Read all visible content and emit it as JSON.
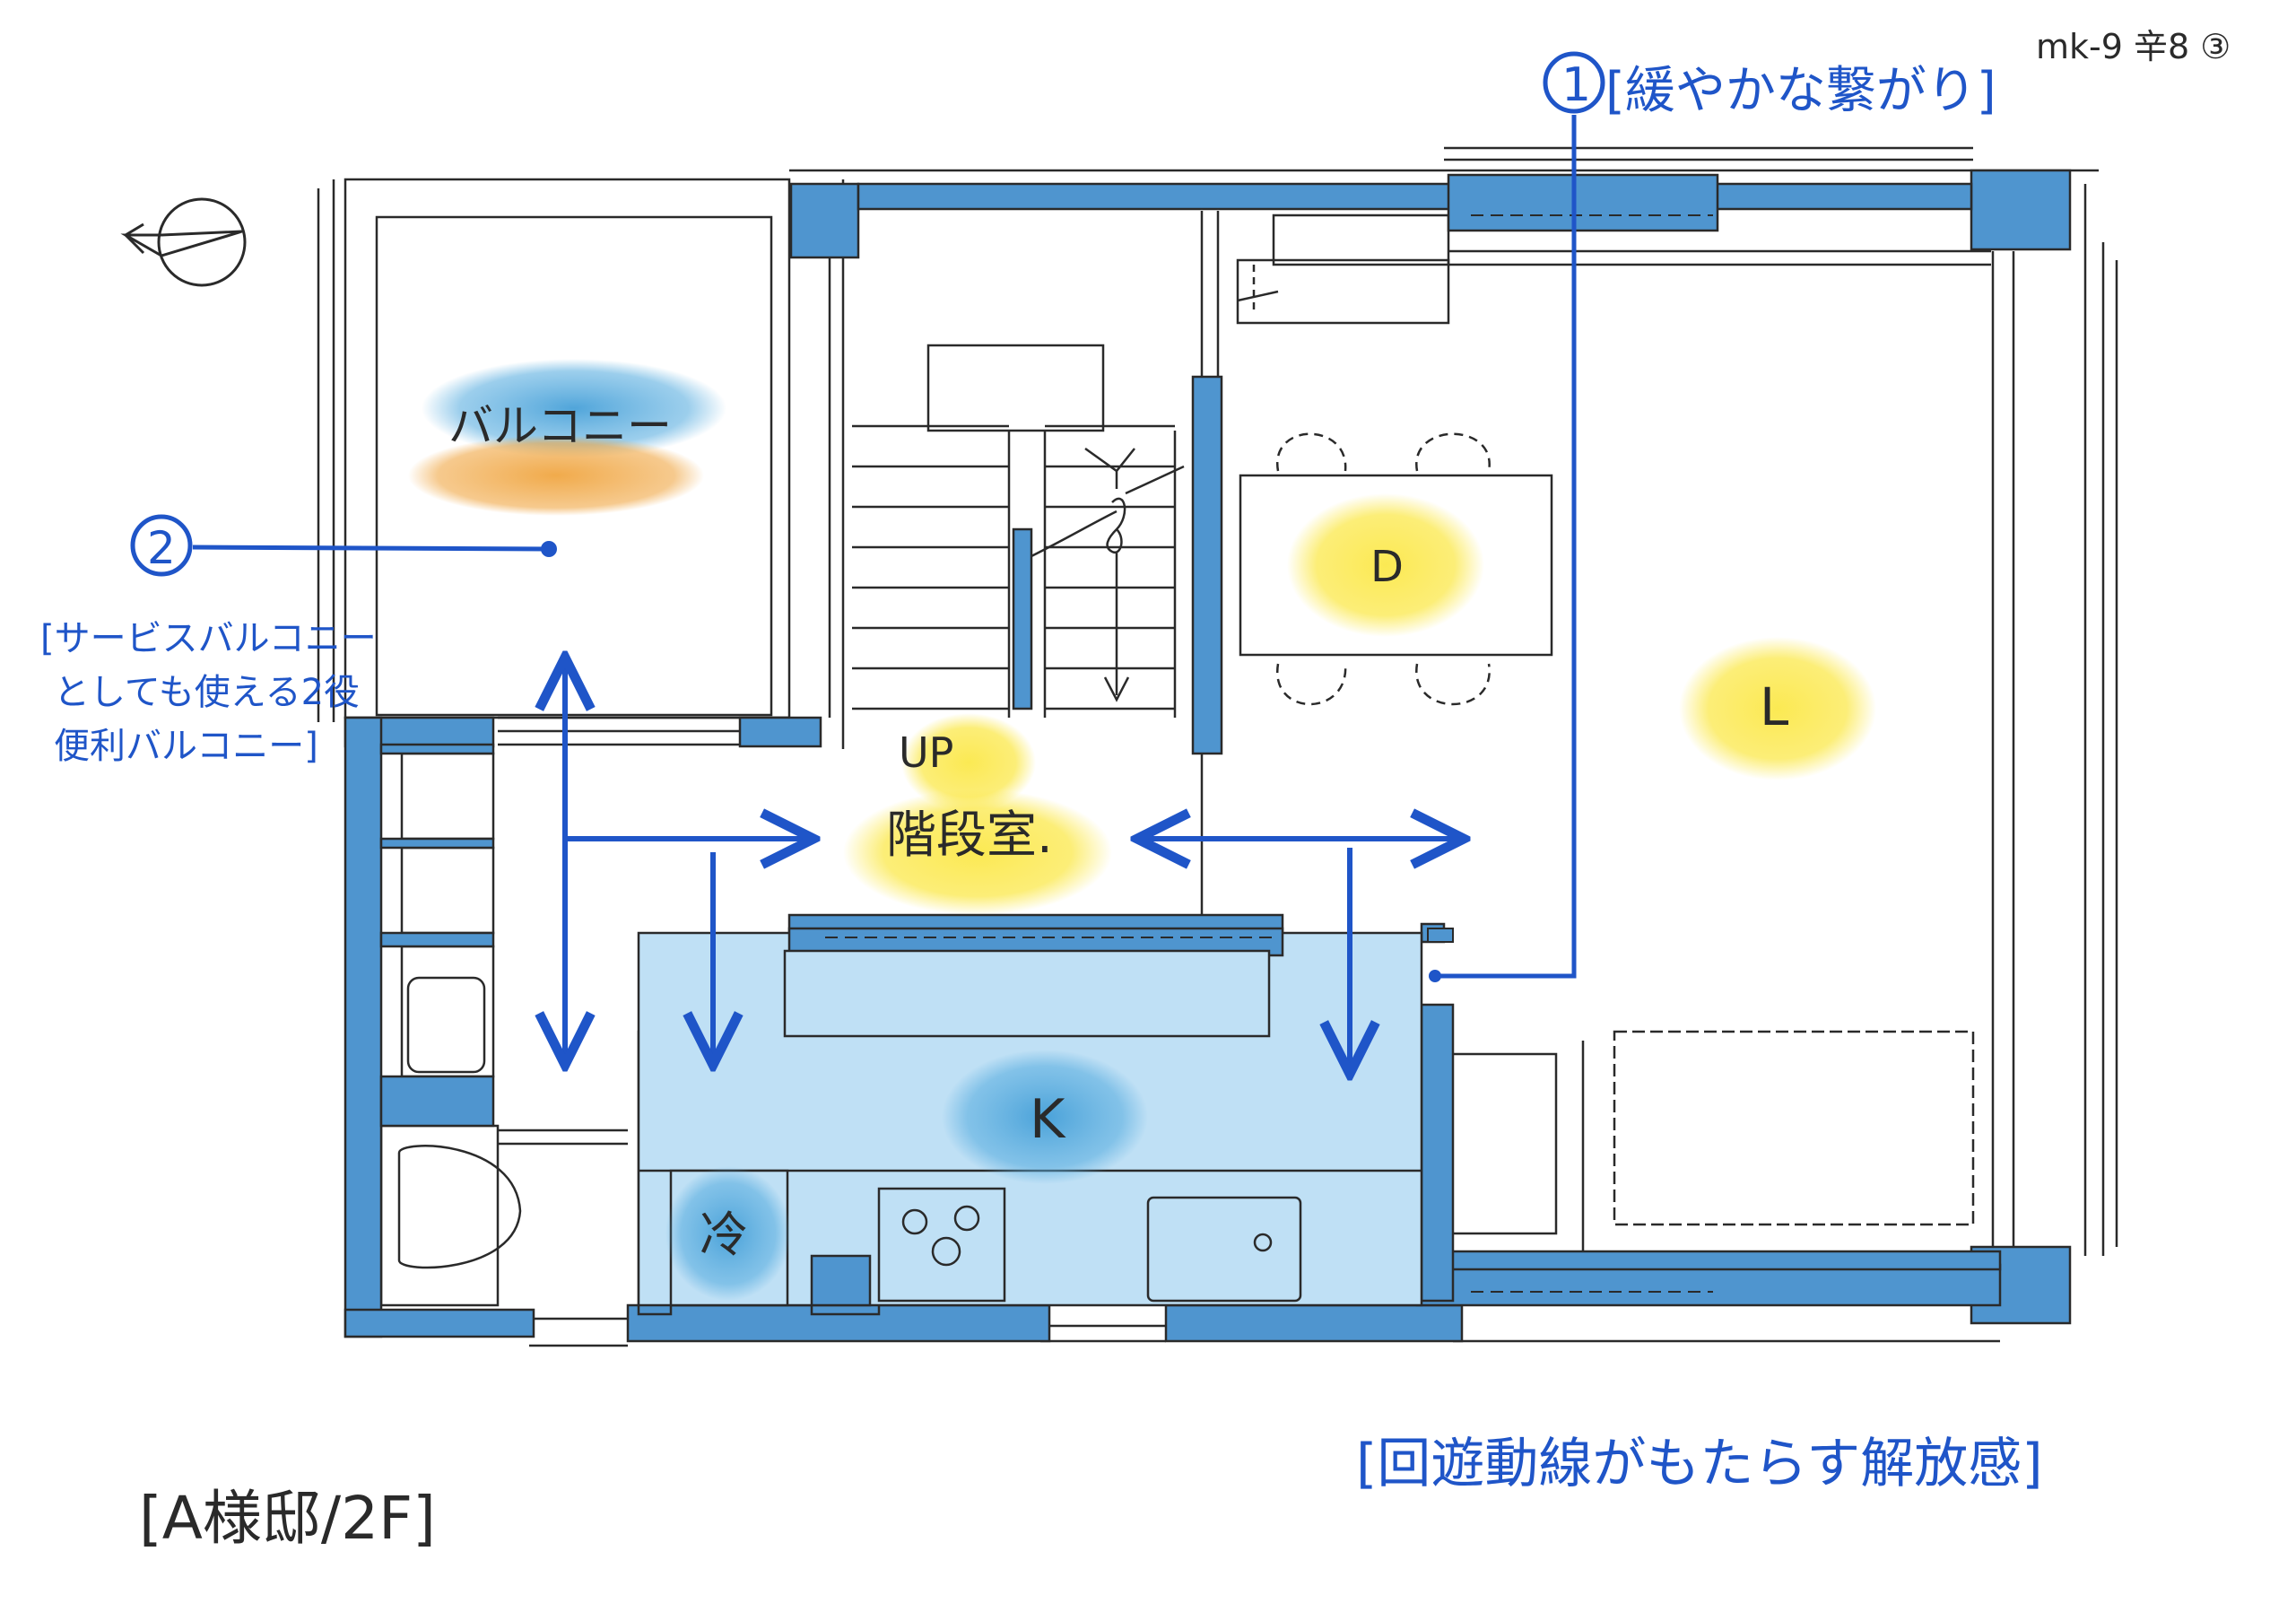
{
  "sheet": {
    "code": "mk-9 辛8 ③",
    "title": "[A様邸/2F]"
  },
  "rooms": {
    "balcony": "バルコニー",
    "dining": "D",
    "living": "L",
    "kitchen": "K",
    "stairs_up": "UP",
    "stairs": "階段室.",
    "fridge": "冷"
  },
  "notes": {
    "n1_marker": "1",
    "n1_text": "[緩やかな繋がり]",
    "n2_marker": "2",
    "n2_line1": "[サービスバルコニー",
    "n2_line2": "としても使える2役",
    "n2_line3": "便利バルコニー]",
    "circulation": "[回遊動線がもたらす解放感]"
  },
  "colors": {
    "wall_blue": "#4f95cf",
    "kitchen_blue": "#bfe0f5",
    "ink_blue": "#1f55c8",
    "highlight_yellow": "#fbe84a",
    "highlight_orange": "#f0a642",
    "line": "#2a2a2a"
  },
  "icons": {
    "north": "compass-arrow-icon"
  }
}
